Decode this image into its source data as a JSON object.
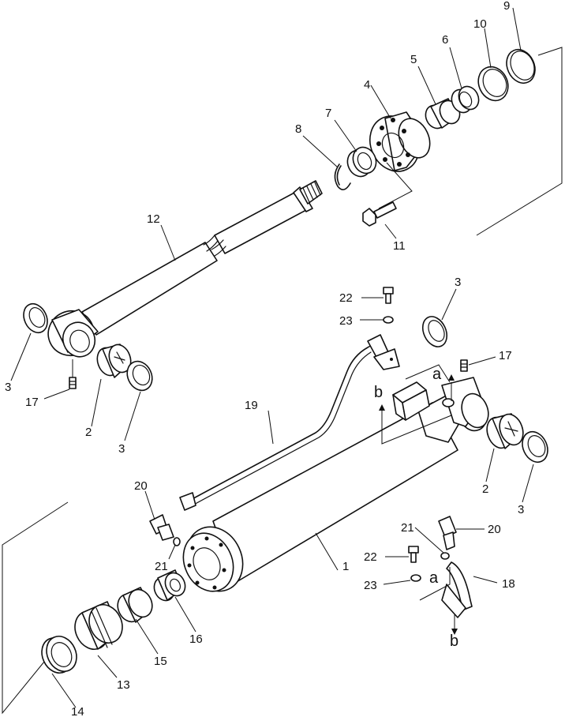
{
  "callouts": [
    {
      "id": "1",
      "text": "1"
    },
    {
      "id": "2a",
      "text": "2"
    },
    {
      "id": "2b",
      "text": "2"
    },
    {
      "id": "3a",
      "text": "3"
    },
    {
      "id": "3b",
      "text": "3"
    },
    {
      "id": "3c",
      "text": "3"
    },
    {
      "id": "3d",
      "text": "3"
    },
    {
      "id": "4",
      "text": "4"
    },
    {
      "id": "5",
      "text": "5"
    },
    {
      "id": "6",
      "text": "6"
    },
    {
      "id": "7",
      "text": "7"
    },
    {
      "id": "8",
      "text": "8"
    },
    {
      "id": "9",
      "text": "9"
    },
    {
      "id": "10",
      "text": "10"
    },
    {
      "id": "11",
      "text": "11"
    },
    {
      "id": "12",
      "text": "12"
    },
    {
      "id": "13",
      "text": "13"
    },
    {
      "id": "14",
      "text": "14"
    },
    {
      "id": "15",
      "text": "15"
    },
    {
      "id": "16",
      "text": "16"
    },
    {
      "id": "17a",
      "text": "17"
    },
    {
      "id": "17b",
      "text": "17"
    },
    {
      "id": "18",
      "text": "18"
    },
    {
      "id": "19",
      "text": "19"
    },
    {
      "id": "20a",
      "text": "20"
    },
    {
      "id": "20b",
      "text": "20"
    },
    {
      "id": "21a",
      "text": "21"
    },
    {
      "id": "21b",
      "text": "21"
    },
    {
      "id": "22a",
      "text": "22"
    },
    {
      "id": "22b",
      "text": "22"
    },
    {
      "id": "23a",
      "text": "23"
    },
    {
      "id": "23b",
      "text": "23"
    }
  ],
  "reference_letters": {
    "a_upper": "a",
    "b_upper": "b",
    "a_lower": "a",
    "b_lower": "b"
  }
}
